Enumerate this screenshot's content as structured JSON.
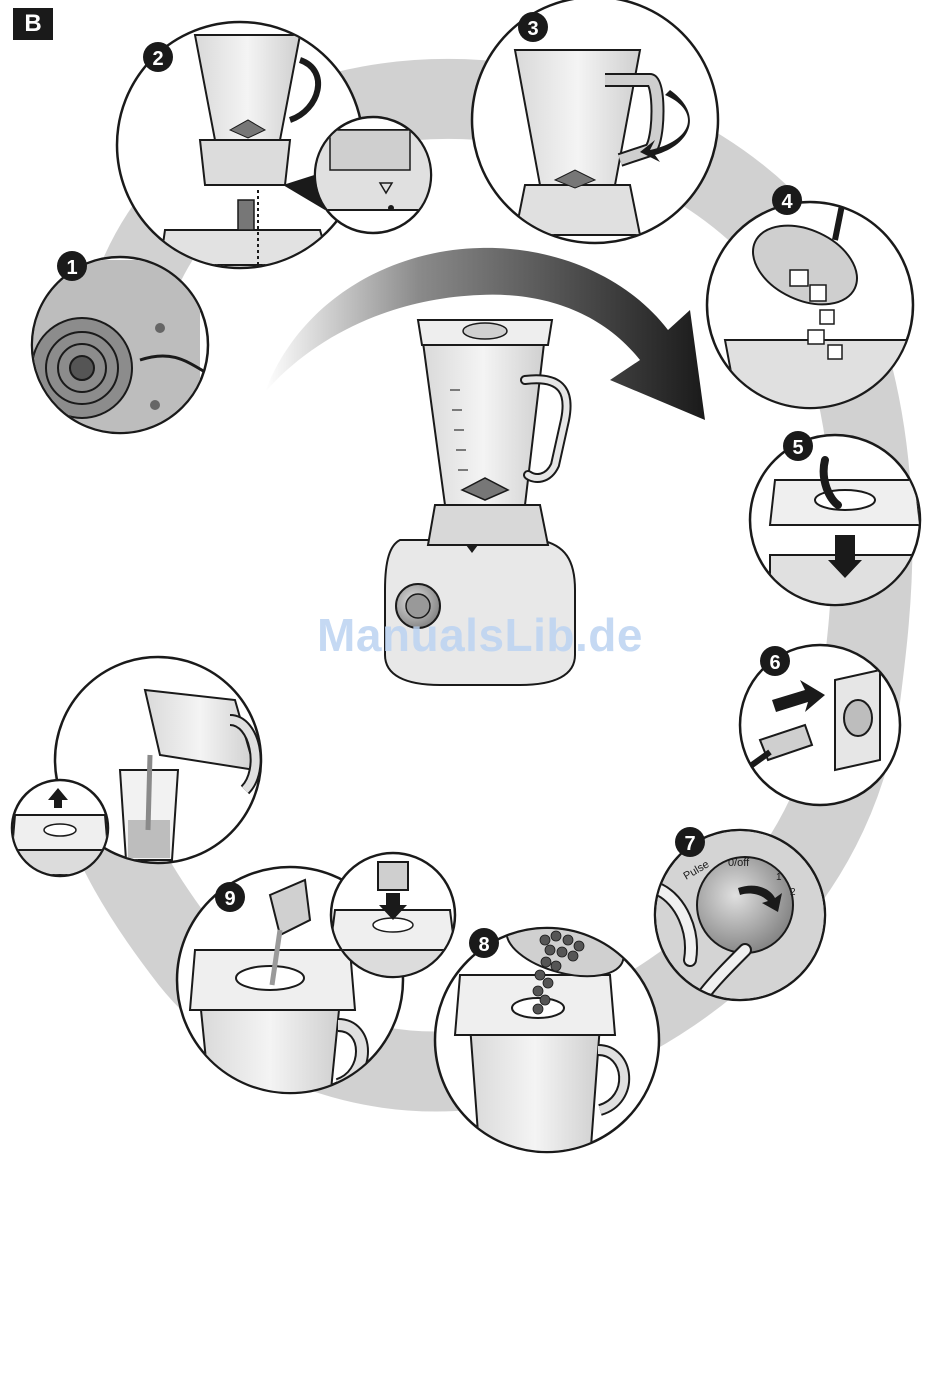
{
  "section_label": "B",
  "watermark": "ManualsLib.de",
  "steps": [
    {
      "number": "1",
      "icon": "motor-base-plug-icon"
    },
    {
      "number": "2",
      "icon": "place-jug-on-base-icon"
    },
    {
      "number": "3",
      "icon": "turn-jug-to-lock-icon"
    },
    {
      "number": "4",
      "icon": "add-ingredients-icon"
    },
    {
      "number": "5",
      "icon": "fit-lid-icon"
    },
    {
      "number": "6",
      "icon": "plug-into-socket-icon"
    },
    {
      "number": "7",
      "icon": "rotary-switch-icon"
    },
    {
      "number": "8",
      "icon": "add-through-filler-icon"
    },
    {
      "number": "9",
      "icon": "pour-liquid-icon"
    }
  ],
  "dial": {
    "pulse": "Pulse",
    "off": "0/off",
    "one": "1",
    "two": "2"
  },
  "colors": {
    "ring": "#c8c8c8",
    "outline": "#1a1a1a",
    "badge": "#1a1a1a",
    "watermark": "#bcd3f2"
  }
}
